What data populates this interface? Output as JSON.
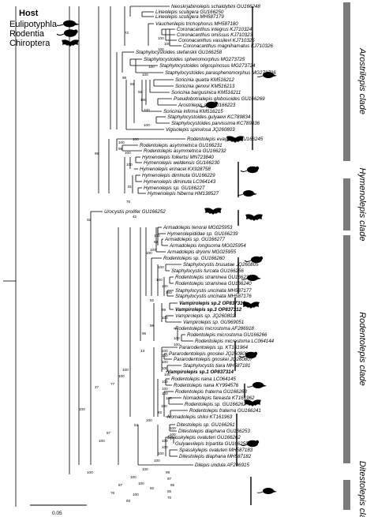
{
  "legend": {
    "title": "Host",
    "items": [
      {
        "label": "Eulipotyphla",
        "icon": "shrew-icon"
      },
      {
        "label": "Rodentia",
        "icon": "rodent-icon"
      },
      {
        "label": "Chiroptera",
        "icon": "bat-icon"
      }
    ]
  },
  "clades": [
    {
      "label": "Arostrilepis clade"
    },
    {
      "label": "Hymenolepis clade"
    },
    {
      "label": "Rodentolepis clade"
    },
    {
      "label": "Ditestolepis clade"
    }
  ],
  "scale_bar": {
    "label": "0.05"
  },
  "colors": {
    "clade_bar": "#7b7b7b",
    "branch": "#000000"
  },
  "tips": [
    "Neoskrjabinolepis schaldybini GU166248",
    "Lineolepis scutigera GU166250",
    "Lineolepis scutigera MH587179",
    "Vaucherilepis trichophorus MH587180",
    "Coronacanthus integrus KJ710324",
    "Coronacanthus omissus KJ710323",
    "Coronacanthus vassilevi KJ710325",
    "Coronacanthus magnihamatus KJ710326",
    "Staphylocystoides stefanskii GU166258",
    "Staphylocystoides sphenomorphus MG273725",
    "Staphylocystoides oligospinosus MG273724",
    "Staphylocystoides parasphenomorphus MG273726",
    "Soricinia quarta KM516212",
    "Soricinia genovi KM516213",
    "Soricinia bargusinica KM516211",
    "Pseudobotrialepis globosoides GU166269",
    "Arostrilepis sp. GU166223",
    "Soricinia infirma KM516215",
    "Staphylocystoides gulyaevi KC789834",
    "Staphylocystoides parvissima KC789836",
    "Vigisolepis spinulosa JQ260803",
    "Rodentolepis evaginata GU166245",
    "Rodentolepis asymmetrica GU166231",
    "Rodentolepis asymmetrica GU166232",
    "Hymenolepis folkertsi MN723840",
    "Hymenolepis weldensis GU166230",
    "Hymenolepis erinacei KX928758",
    "Hymenolepis diminuta GU166229",
    "Hymenolepis diminuta LC064143",
    "Hymenolepis sp. GU166227",
    "Hymenolepis hiberna HM138527",
    "Urocystis prolifer GU166252",
    "Armadolepis tenorai MG025953",
    "Hymenolepididae sp. GU166239",
    "Armadolepis sp. GU166277",
    "Armadolepis longisoma MG025954",
    "Armadolepis dryomi MG025955",
    "Rodentolepis sp. GU166260",
    "Staphylocystis brusatae JQ260805",
    "Staphylocystis furcata GU166256",
    "Rodentolepis straminea GU166238",
    "Rodentolepis straminea GU166240",
    "Staphylocystis uncinata MH587177",
    "Staphylocystis uncinata MH587176",
    "Vampirolepis sp.2 OP837313",
    "Vampirolepis sp.3 OP837312",
    "Vampirolepis sp. JQ260802",
    "Vampirolepis sp. GU969051",
    "Rodentolepis microstoma AF286918",
    "Rodentolepis microstoma GU166266",
    "Rodentolepis microstoma LC064144",
    "Pararodentolepis sp. KT161964",
    "Pararodentolepis gnoskei JQ260806",
    "Pararodentolepis gnoskei JQ260807",
    "Staphylocystis tiara MH587181",
    "Vampirolepis sp.1 OP837314",
    "Rodentolepis nana LC064145",
    "Rodentolepis nana KY994576",
    "Rodentolepis fraterna GU166268",
    "Nomadolepis fareasta KT161962",
    "Rodentolepis sp. GU166262",
    "Rodentolepis fraterna GU166241",
    "Nomadolepis shiloi KT161963",
    "Ditestolepis sp. GU166261",
    "Ditestolepis diaphana GU166253",
    "Spasskylepis ovaluteri GU166262",
    "Gulyaevilepis tripartita GU166255",
    "Spasskylepis ovaluteri MH587183",
    "Ditestolepis diaphana MH587182",
    "Dilepis undula AF286915"
  ],
  "supports": [
    "72",
    "100",
    "100",
    "100",
    "100",
    "100",
    "98",
    "92",
    "92",
    "100",
    "100",
    "100",
    "100",
    "98",
    "99",
    "100",
    "100",
    "100",
    "81",
    "75",
    "42",
    "32",
    "100",
    "66",
    "100",
    "100",
    "100",
    "100",
    "100",
    "100",
    "92",
    "99",
    "100",
    "96",
    "96",
    "100",
    "100",
    "100",
    "100",
    "100",
    "100",
    "100",
    "100",
    "100",
    "100",
    "100",
    "100",
    "82",
    "100",
    "53",
    "100",
    "100",
    "100",
    "100",
    "100",
    "100",
    "100",
    "100",
    "87",
    "76",
    "99",
    "97",
    "85",
    "55",
    "70",
    "82",
    "100",
    "100",
    "93",
    "43",
    "100",
    "100",
    "77",
    "27",
    "100",
    "67",
    "100",
    "100"
  ]
}
